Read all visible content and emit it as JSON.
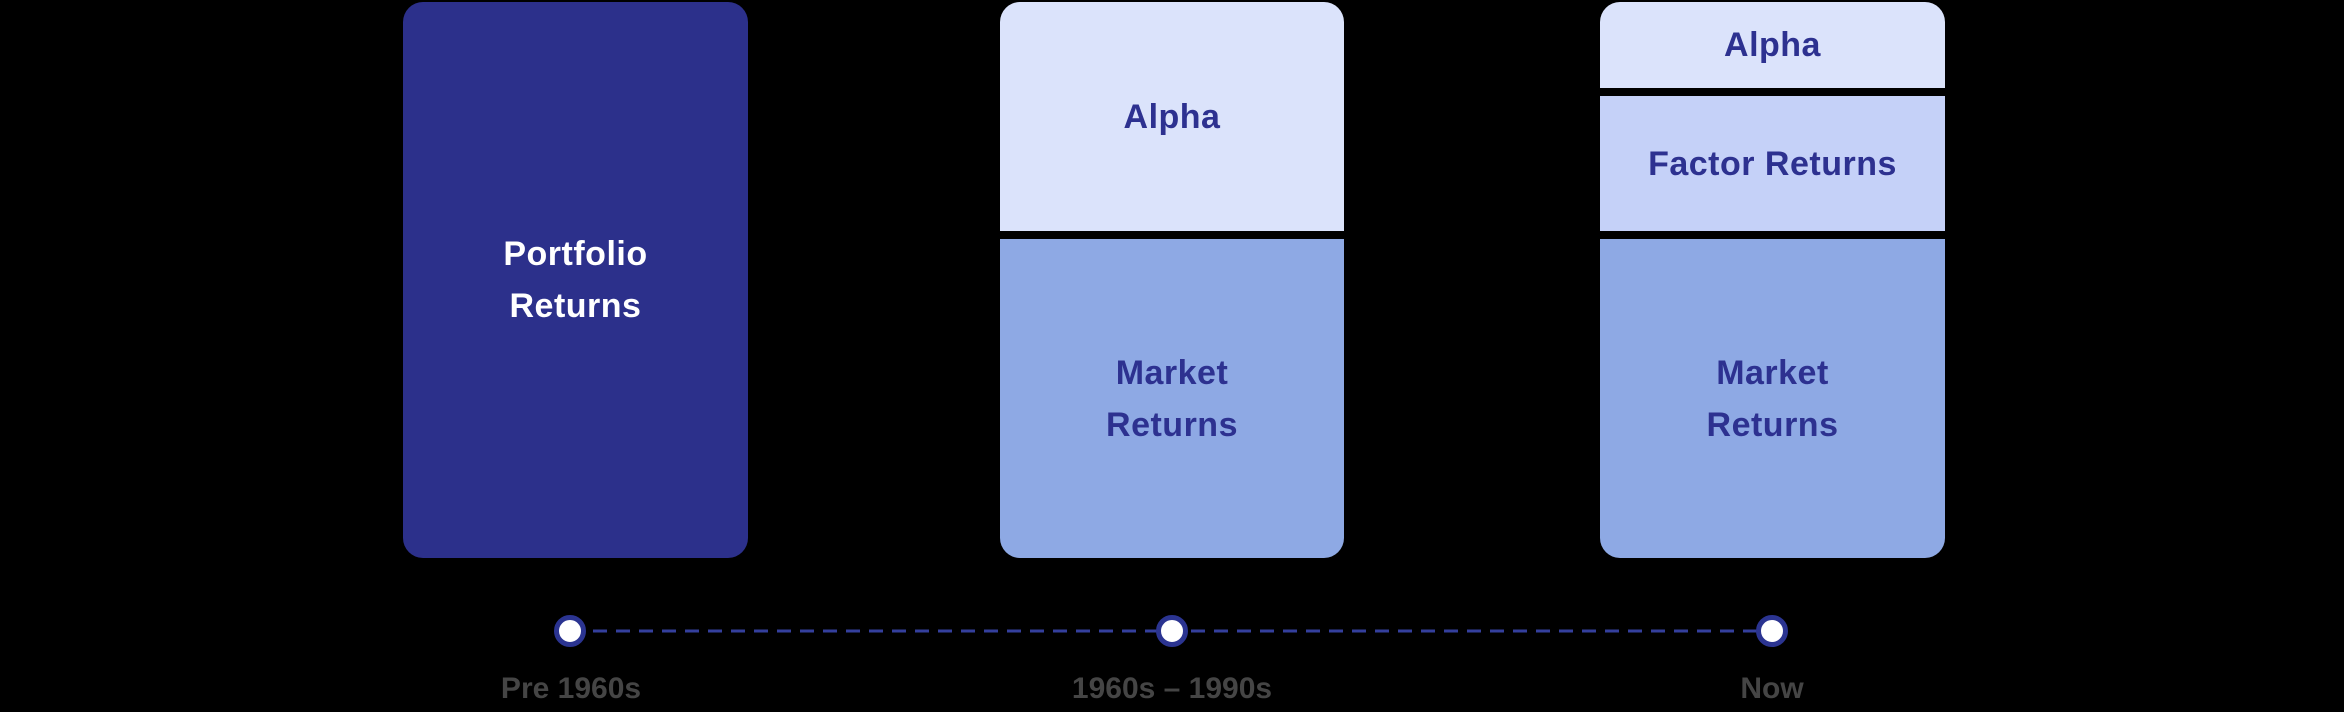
{
  "colors": {
    "background": "#000000",
    "portfolio_box": "#2c308b",
    "alpha_box": "#dbe3fb",
    "factor_box": "#c5d1f8",
    "market_box": "#8ea9e4",
    "box_dark_text": "#2d3190",
    "box_light_text": "#ffffff",
    "timeline_dash": "#343f9d",
    "timeline_dot_border": "#2b3491",
    "timeline_dot_fill": "#ffffff",
    "timeline_label_text": "#454545"
  },
  "stages": [
    {
      "timeline_label": "Pre 1960s",
      "segments": [
        {
          "label": "Portfolio\nReturns"
        }
      ]
    },
    {
      "timeline_label": "1960s – 1990s",
      "segments": [
        {
          "label": "Alpha"
        },
        {
          "label": "Market\nReturns"
        }
      ]
    },
    {
      "timeline_label": "Now",
      "segments": [
        {
          "label": "Alpha"
        },
        {
          "label": "Factor Returns"
        },
        {
          "label": "Market\nReturns"
        }
      ]
    }
  ]
}
